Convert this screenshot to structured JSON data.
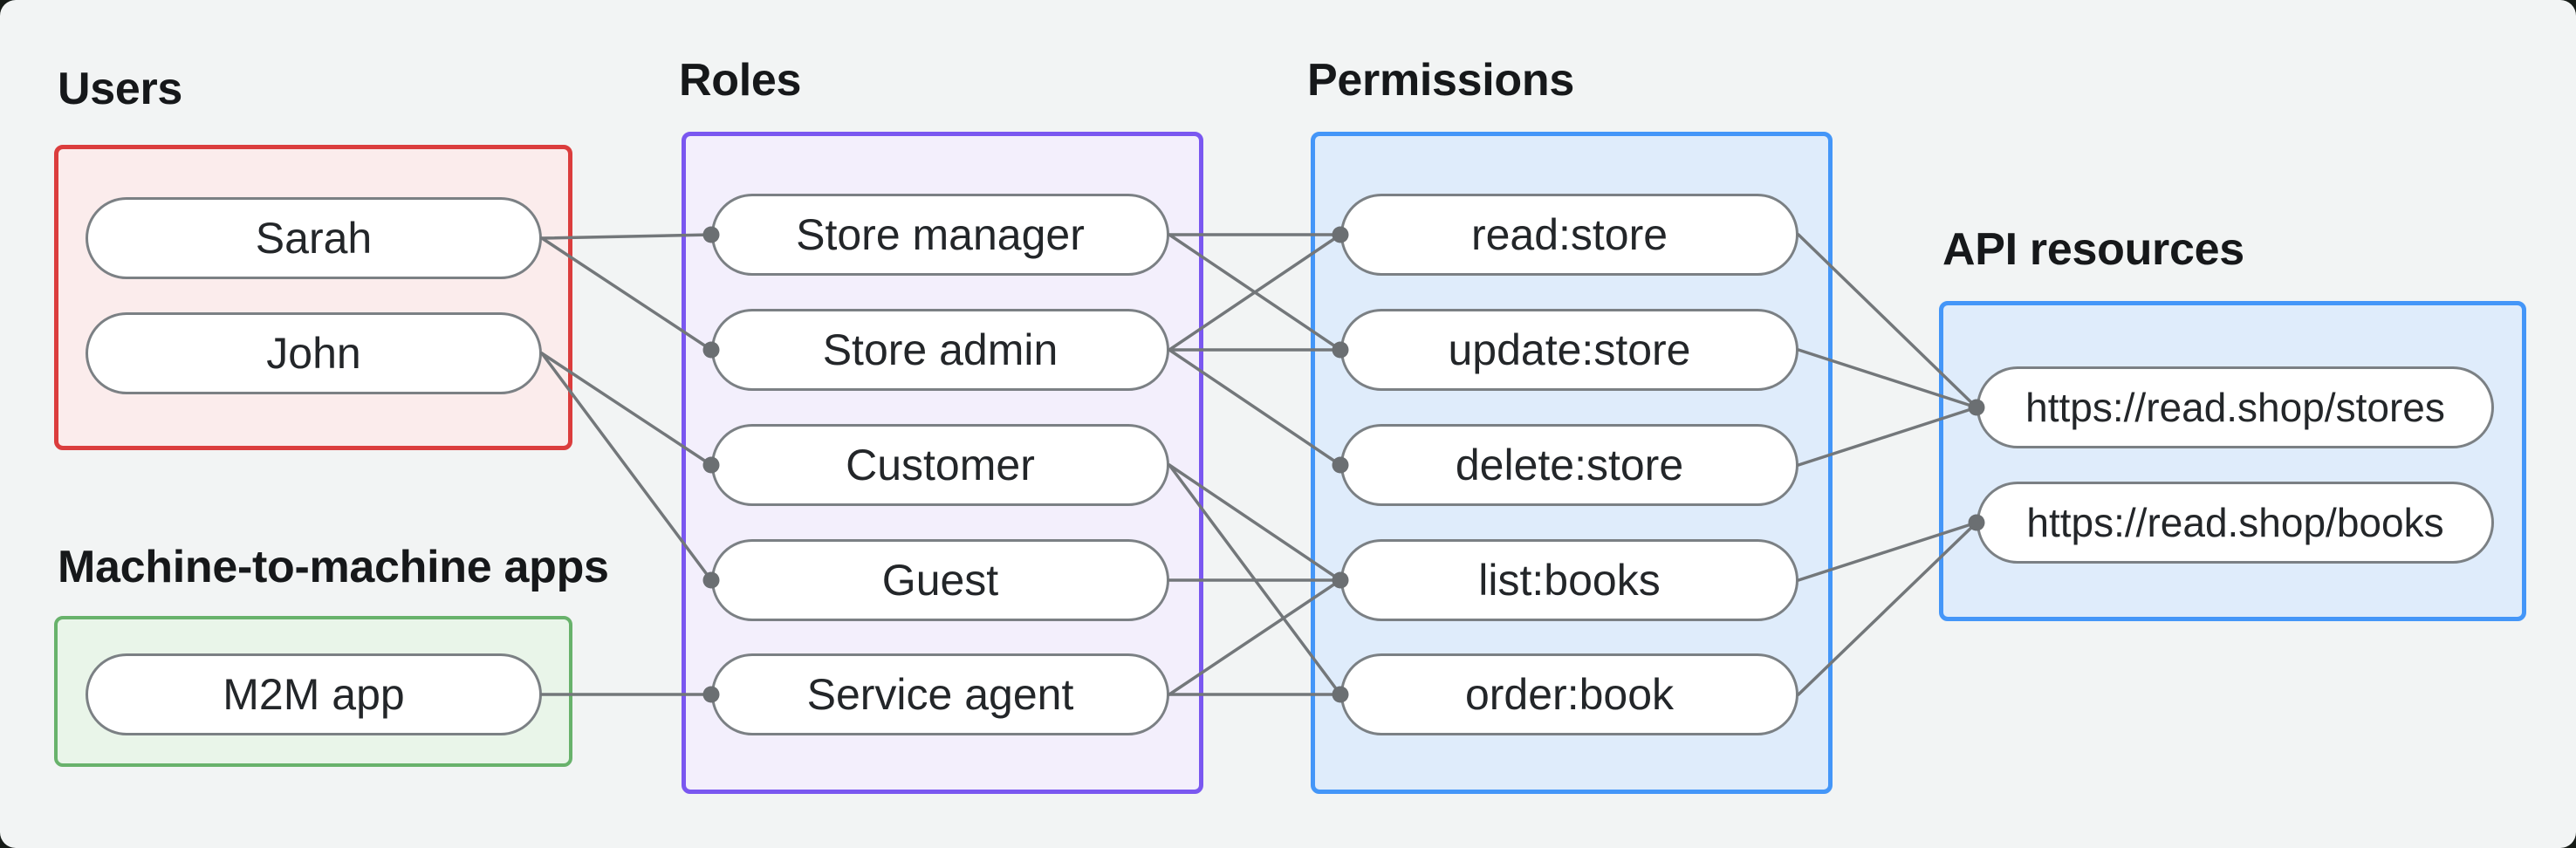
{
  "diagram": {
    "groups": [
      {
        "id": "users",
        "title": "Users",
        "color_name": "red",
        "nodes": [
          {
            "id": "sarah",
            "label": "Sarah"
          },
          {
            "id": "john",
            "label": "John"
          }
        ]
      },
      {
        "id": "m2m",
        "title": "Machine-to-machine apps",
        "color_name": "green",
        "nodes": [
          {
            "id": "m2m-app",
            "label": "M2M app"
          }
        ]
      },
      {
        "id": "roles",
        "title": "Roles",
        "color_name": "purple",
        "nodes": [
          {
            "id": "store-manager",
            "label": "Store manager"
          },
          {
            "id": "store-admin",
            "label": "Store admin"
          },
          {
            "id": "customer",
            "label": "Customer"
          },
          {
            "id": "guest",
            "label": "Guest"
          },
          {
            "id": "service-agent",
            "label": "Service agent"
          }
        ]
      },
      {
        "id": "permissions",
        "title": "Permissions",
        "color_name": "blue",
        "nodes": [
          {
            "id": "read-store",
            "label": "read:store"
          },
          {
            "id": "update-store",
            "label": "update:store"
          },
          {
            "id": "delete-store",
            "label": "delete:store"
          },
          {
            "id": "list-books",
            "label": "list:books"
          },
          {
            "id": "order-book",
            "label": "order:book"
          }
        ]
      },
      {
        "id": "api",
        "title": "API resources",
        "color_name": "blue",
        "nodes": [
          {
            "id": "stores",
            "label": "https://read.shop/stores"
          },
          {
            "id": "books",
            "label": "https://read.shop/books"
          }
        ]
      }
    ],
    "edges": [
      {
        "from": "sarah",
        "to": "store-manager"
      },
      {
        "from": "sarah",
        "to": "store-admin"
      },
      {
        "from": "john",
        "to": "customer"
      },
      {
        "from": "john",
        "to": "guest"
      },
      {
        "from": "m2m-app",
        "to": "service-agent"
      },
      {
        "from": "store-manager",
        "to": "read-store"
      },
      {
        "from": "store-manager",
        "to": "update-store"
      },
      {
        "from": "store-admin",
        "to": "read-store"
      },
      {
        "from": "store-admin",
        "to": "update-store"
      },
      {
        "from": "store-admin",
        "to": "delete-store"
      },
      {
        "from": "customer",
        "to": "list-books"
      },
      {
        "from": "customer",
        "to": "order-book"
      },
      {
        "from": "guest",
        "to": "list-books"
      },
      {
        "from": "service-agent",
        "to": "list-books"
      },
      {
        "from": "service-agent",
        "to": "order-book"
      },
      {
        "from": "read-store",
        "to": "stores"
      },
      {
        "from": "update-store",
        "to": "stores"
      },
      {
        "from": "delete-store",
        "to": "stores"
      },
      {
        "from": "list-books",
        "to": "books"
      },
      {
        "from": "order-book",
        "to": "books"
      }
    ],
    "colors": {
      "background": "#f2f4f4",
      "outer_background": "#161b17",
      "red_border": "#db3d3d",
      "red_fill": "#fbecec",
      "green_border": "#68b26b",
      "green_fill": "#e9f5e9",
      "purple_border": "#7a57f0",
      "purple_fill": "#f3effc",
      "blue_border": "#4496f8",
      "blue_fill": "#dfecfb",
      "pill_border": "#7b8084",
      "pill_fill": "#ffffff",
      "edge_line": "#73777a",
      "edge_dot": "#6b6f72",
      "label_text": "#16181a",
      "pill_text": "#232629"
    }
  }
}
